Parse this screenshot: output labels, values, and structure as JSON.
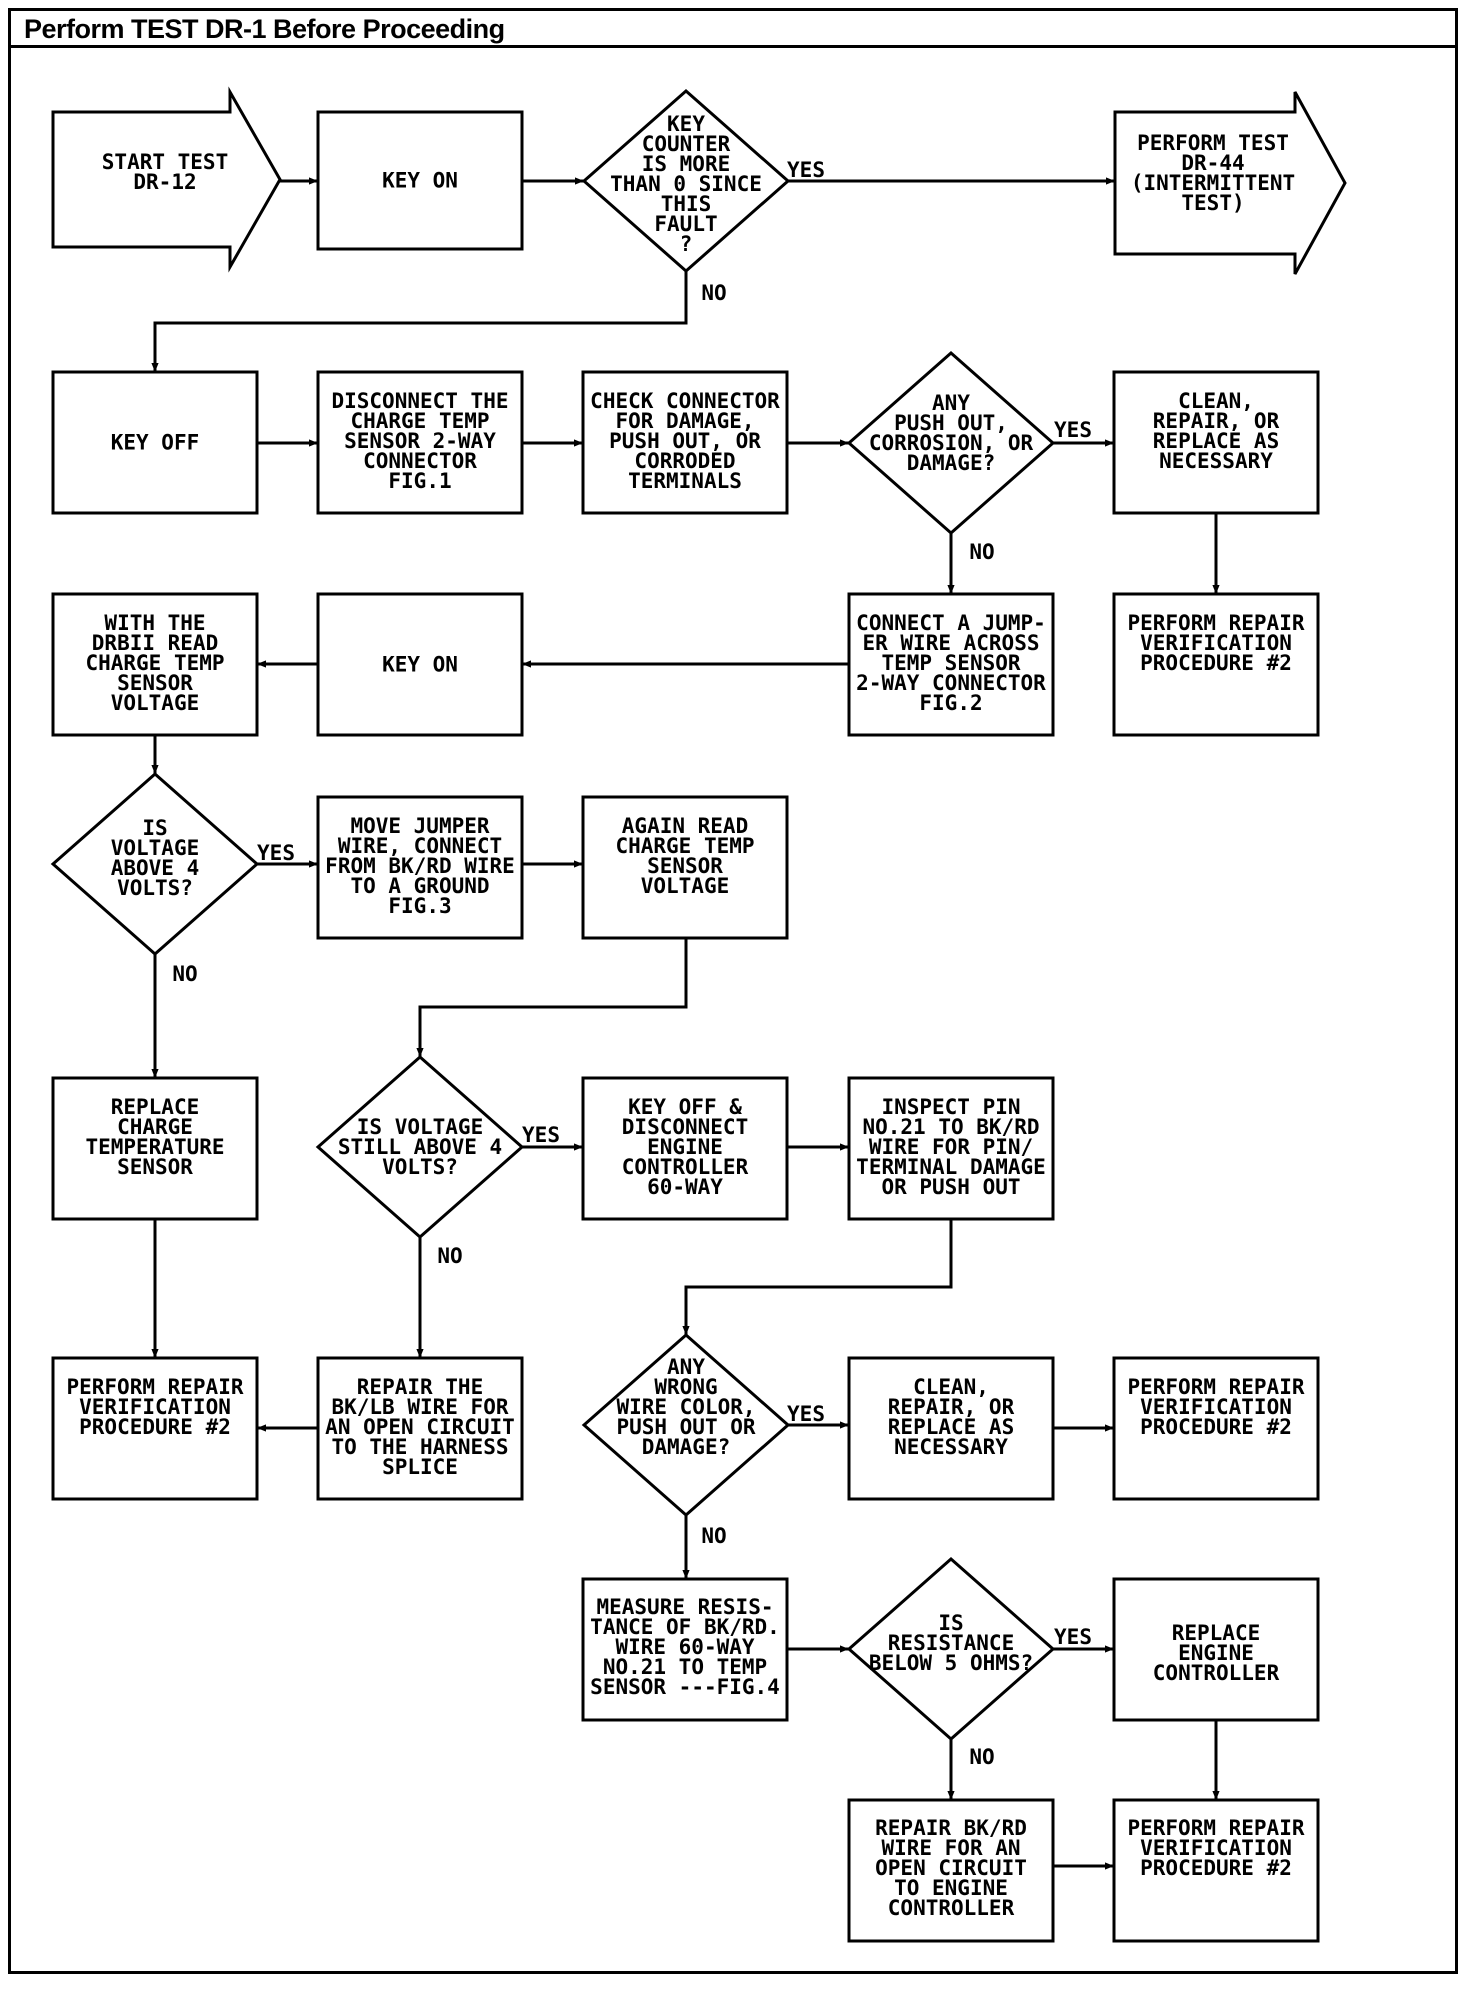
{
  "header": {
    "title": "Perform TEST DR-1 Before Proceeding"
  },
  "colors": {
    "ink": "#000000",
    "paper": "#ffffff"
  },
  "nodes": [
    {
      "id": "start",
      "shape": "arrow",
      "lines": [
        "START TEST",
        "DR-12"
      ]
    },
    {
      "id": "key-on-1",
      "shape": "box",
      "lines": [
        "KEY ON"
      ]
    },
    {
      "id": "key-counter",
      "shape": "diamond",
      "lines": [
        "KEY",
        "COUNTER",
        "IS MORE",
        "THAN 0 SINCE",
        "THIS",
        "FAULT",
        "?"
      ]
    },
    {
      "id": "perform-dr44",
      "shape": "arrow",
      "lines": [
        "PERFORM TEST",
        "DR-44",
        "(INTERMITTENT",
        "TEST)"
      ]
    },
    {
      "id": "key-off",
      "shape": "box",
      "lines": [
        "KEY OFF"
      ]
    },
    {
      "id": "disconnect-temp",
      "shape": "box",
      "lines": [
        "DISCONNECT THE",
        "CHARGE TEMP",
        "SENSOR 2-WAY",
        "CONNECTOR",
        "FIG.1"
      ]
    },
    {
      "id": "check-connector",
      "shape": "box",
      "lines": [
        "CHECK CONNECTOR",
        "FOR DAMAGE,",
        "PUSH OUT, OR",
        "CORRODED",
        "TERMINALS"
      ]
    },
    {
      "id": "any-push-out",
      "shape": "diamond",
      "lines": [
        "ANY",
        "PUSH OUT,",
        "CORROSION, OR",
        "DAMAGE?"
      ]
    },
    {
      "id": "clean-repair-1",
      "shape": "box",
      "lines": [
        "CLEAN,",
        "REPAIR, OR",
        "REPLACE AS",
        "NECESSARY"
      ]
    },
    {
      "id": "verify-1",
      "shape": "box",
      "lines": [
        "PERFORM REPAIR",
        "VERIFICATION",
        "PROCEDURE #2"
      ]
    },
    {
      "id": "connect-jumper",
      "shape": "box",
      "lines": [
        "CONNECT A JUMP-",
        "ER WIRE ACROSS",
        "TEMP SENSOR",
        "2-WAY CONNECTOR",
        "FIG.2"
      ]
    },
    {
      "id": "key-on-2",
      "shape": "box",
      "lines": [
        "KEY ON"
      ]
    },
    {
      "id": "read-voltage",
      "shape": "box",
      "lines": [
        "WITH THE",
        "DRBII READ",
        "CHARGE TEMP",
        "SENSOR",
        "VOLTAGE"
      ]
    },
    {
      "id": "voltage-above-4",
      "shape": "diamond",
      "lines": [
        "IS",
        "VOLTAGE",
        "ABOVE 4",
        "VOLTS?"
      ]
    },
    {
      "id": "move-jumper",
      "shape": "box",
      "lines": [
        "MOVE JUMPER",
        "WIRE, CONNECT",
        "FROM BK/RD WIRE",
        "TO A GROUND",
        "FIG.3"
      ]
    },
    {
      "id": "again-read",
      "shape": "box",
      "lines": [
        "AGAIN READ",
        "CHARGE TEMP",
        "SENSOR",
        "VOLTAGE"
      ]
    },
    {
      "id": "replace-sensor",
      "shape": "box",
      "lines": [
        "REPLACE",
        "CHARGE",
        "TEMPERATURE",
        "SENSOR"
      ]
    },
    {
      "id": "still-above-4",
      "shape": "diamond",
      "lines": [
        "IS VOLTAGE",
        "STILL ABOVE 4",
        "VOLTS?"
      ]
    },
    {
      "id": "key-off-disconnect",
      "shape": "box",
      "lines": [
        "KEY OFF &",
        "DISCONNECT",
        "ENGINE",
        "CONTROLLER",
        "60-WAY"
      ]
    },
    {
      "id": "inspect-pin",
      "shape": "box",
      "lines": [
        "INSPECT PIN",
        "NO.21 TO BK/RD",
        "WIRE FOR PIN/",
        "TERMINAL DAMAGE",
        "OR PUSH OUT"
      ]
    },
    {
      "id": "verify-2",
      "shape": "box",
      "lines": [
        "PERFORM REPAIR",
        "VERIFICATION",
        "PROCEDURE #2"
      ]
    },
    {
      "id": "repair-bk-lb",
      "shape": "box",
      "lines": [
        "REPAIR THE",
        "BK/LB WIRE FOR",
        "AN OPEN CIRCUIT",
        "TO THE HARNESS",
        "SPLICE"
      ]
    },
    {
      "id": "any-wrong-wire",
      "shape": "diamond",
      "lines": [
        "ANY",
        "WRONG",
        "WIRE COLOR,",
        "PUSH OUT OR",
        "DAMAGE?"
      ]
    },
    {
      "id": "clean-repair-2",
      "shape": "box",
      "lines": [
        "CLEAN,",
        "REPAIR, OR",
        "REPLACE AS",
        "NECESSARY"
      ]
    },
    {
      "id": "verify-3",
      "shape": "box",
      "lines": [
        "PERFORM REPAIR",
        "VERIFICATION",
        "PROCEDURE #2"
      ]
    },
    {
      "id": "measure-resistance",
      "shape": "box",
      "lines": [
        "MEASURE RESIS-",
        "TANCE OF BK/RD.",
        "WIRE 60-WAY",
        "NO.21 TO TEMP",
        "SENSOR ---FIG.4"
      ]
    },
    {
      "id": "resistance-below-5",
      "shape": "diamond",
      "lines": [
        "IS",
        "RESISTANCE",
        "BELOW 5 OHMS?"
      ]
    },
    {
      "id": "replace-controller",
      "shape": "box",
      "lines": [
        "REPLACE",
        "ENGINE",
        "CONTROLLER"
      ]
    },
    {
      "id": "repair-bk-rd",
      "shape": "box",
      "lines": [
        "REPAIR BK/RD",
        "WIRE FOR AN",
        "OPEN CIRCUIT",
        "TO ENGINE",
        "CONTROLLER"
      ]
    },
    {
      "id": "verify-4",
      "shape": "box",
      "lines": [
        "PERFORM REPAIR",
        "VERIFICATION",
        "PROCEDURE #2"
      ]
    }
  ],
  "edges": [
    {
      "from": "start",
      "to": "key-on-1",
      "label": ""
    },
    {
      "from": "key-on-1",
      "to": "key-counter",
      "label": ""
    },
    {
      "from": "key-counter",
      "to": "perform-dr44",
      "label": "YES"
    },
    {
      "from": "key-counter",
      "to": "key-off",
      "label": "NO"
    },
    {
      "from": "key-off",
      "to": "disconnect-temp",
      "label": ""
    },
    {
      "from": "disconnect-temp",
      "to": "check-connector",
      "label": ""
    },
    {
      "from": "check-connector",
      "to": "any-push-out",
      "label": ""
    },
    {
      "from": "any-push-out",
      "to": "clean-repair-1",
      "label": "YES"
    },
    {
      "from": "clean-repair-1",
      "to": "verify-1",
      "label": ""
    },
    {
      "from": "any-push-out",
      "to": "connect-jumper",
      "label": "NO"
    },
    {
      "from": "connect-jumper",
      "to": "key-on-2",
      "label": ""
    },
    {
      "from": "key-on-2",
      "to": "read-voltage",
      "label": ""
    },
    {
      "from": "read-voltage",
      "to": "voltage-above-4",
      "label": ""
    },
    {
      "from": "voltage-above-4",
      "to": "move-jumper",
      "label": "YES"
    },
    {
      "from": "move-jumper",
      "to": "again-read",
      "label": ""
    },
    {
      "from": "voltage-above-4",
      "to": "replace-sensor",
      "label": "NO"
    },
    {
      "from": "replace-sensor",
      "to": "verify-2",
      "label": ""
    },
    {
      "from": "again-read",
      "to": "still-above-4",
      "label": ""
    },
    {
      "from": "still-above-4",
      "to": "key-off-disconnect",
      "label": "YES"
    },
    {
      "from": "still-above-4",
      "to": "repair-bk-lb",
      "label": "NO"
    },
    {
      "from": "repair-bk-lb",
      "to": "verify-2",
      "label": ""
    },
    {
      "from": "key-off-disconnect",
      "to": "inspect-pin",
      "label": ""
    },
    {
      "from": "inspect-pin",
      "to": "any-wrong-wire",
      "label": ""
    },
    {
      "from": "any-wrong-wire",
      "to": "clean-repair-2",
      "label": "YES"
    },
    {
      "from": "clean-repair-2",
      "to": "verify-3",
      "label": ""
    },
    {
      "from": "any-wrong-wire",
      "to": "measure-resistance",
      "label": "NO"
    },
    {
      "from": "measure-resistance",
      "to": "resistance-below-5",
      "label": ""
    },
    {
      "from": "resistance-below-5",
      "to": "replace-controller",
      "label": "YES"
    },
    {
      "from": "replace-controller",
      "to": "verify-4",
      "label": ""
    },
    {
      "from": "resistance-below-5",
      "to": "repair-bk-rd",
      "label": "NO"
    },
    {
      "from": "repair-bk-rd",
      "to": "verify-4",
      "label": ""
    }
  ]
}
